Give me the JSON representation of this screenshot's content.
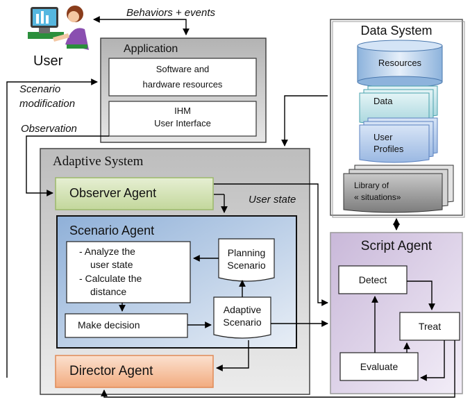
{
  "user": {
    "label": "User",
    "icon": "user-at-computer-icon"
  },
  "edges": {
    "behaviors_events": "Behaviors + events",
    "scenario_modification": [
      "Scenario",
      "modification"
    ],
    "observation": "Observation",
    "user_state": "User state"
  },
  "application": {
    "title": "Application",
    "software": [
      "Software and",
      "hardware resources"
    ],
    "ihm": [
      "IHM",
      "User Interface"
    ]
  },
  "data_system": {
    "title": "Data System",
    "resources": "Resources",
    "data": "Data",
    "user_profiles": [
      "User",
      "Profiles"
    ],
    "library": [
      "Library of",
      "« situations»"
    ]
  },
  "adaptive_system": {
    "title": "Adaptive System",
    "observer": "Observer Agent",
    "director": "Director Agent",
    "scenario_agent": {
      "title": "Scenario Agent",
      "analyze": [
        "- Analyze   the",
        "user state"
      ],
      "calculate": [
        "- Calculate the",
        "distance"
      ],
      "make_decision": "Make decision",
      "planning": [
        "Planning",
        "Scenario"
      ],
      "adaptive": [
        "Adaptive",
        "Scenario"
      ]
    }
  },
  "script_agent": {
    "title": "Script Agent",
    "detect": "Detect",
    "treat": "Treat",
    "evaluate": "Evaluate"
  }
}
